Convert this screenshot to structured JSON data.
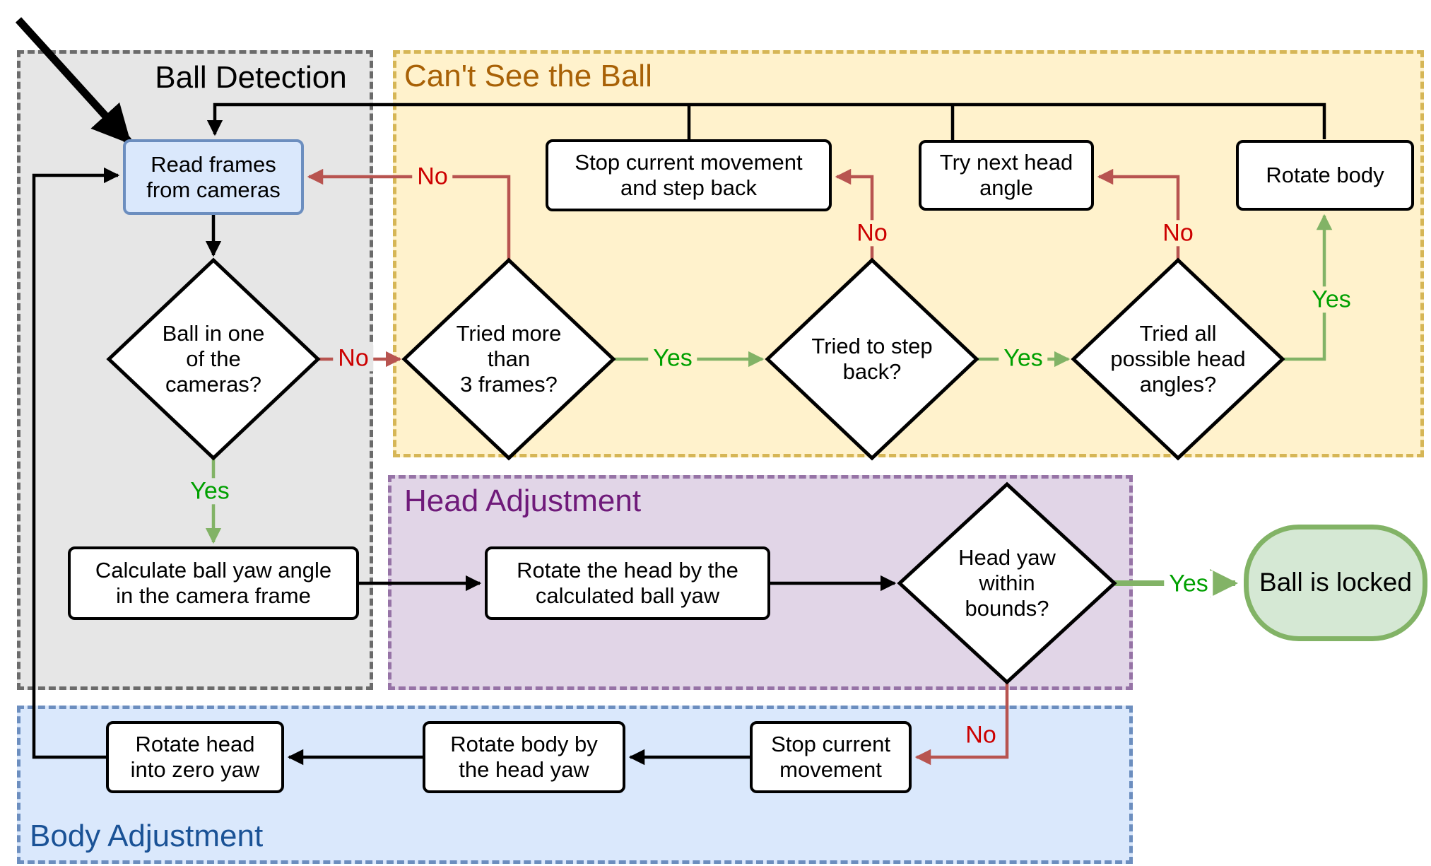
{
  "regions": {
    "ball_detection": {
      "title": "Ball Detection"
    },
    "cant_see_ball": {
      "title": "Can't See the Ball"
    },
    "head_adjustment": {
      "title": "Head Adjustment"
    },
    "body_adjustment": {
      "title": "Body Adjustment"
    }
  },
  "nodes": {
    "read_frames": {
      "label": "Read frames\nfrom cameras"
    },
    "ball_in_cameras": {
      "label": "Ball in one\nof the\ncameras?"
    },
    "calc_ball_yaw": {
      "label": "Calculate ball yaw angle\nin the camera frame"
    },
    "tried_more_frames": {
      "label": "Tried more\nthan\n3 frames?"
    },
    "stop_and_step_back": {
      "label": "Stop current movement\nand step back"
    },
    "tried_step_back": {
      "label": "Tried to step\nback?"
    },
    "try_next_head_angle": {
      "label": "Try next head\nangle"
    },
    "tried_all_angles": {
      "label": "Tried all\npossible head\nangles?"
    },
    "rotate_body": {
      "label": "Rotate body"
    },
    "rotate_head_by_yaw": {
      "label": "Rotate the head by the\ncalculated ball yaw"
    },
    "head_yaw_in_bounds": {
      "label": "Head yaw\nwithin\nbounds?"
    },
    "ball_locked": {
      "label": "Ball is locked"
    },
    "stop_current_movement": {
      "label": "Stop current\nmovement"
    },
    "rotate_body_by_head_yaw": {
      "label": "Rotate body by\nthe head yaw"
    },
    "rotate_head_zero_yaw": {
      "label": "Rotate head\ninto zero yaw"
    }
  },
  "edge_labels": {
    "ball_in_cameras_no": "No",
    "ball_in_cameras_yes": "Yes",
    "tried_more_frames_no": "No",
    "tried_more_frames_yes": "Yes",
    "tried_step_back_no": "No",
    "tried_step_back_yes": "Yes",
    "tried_all_angles_no": "No",
    "tried_all_angles_yes": "Yes",
    "head_yaw_yes": "Yes",
    "head_yaw_no": "No"
  },
  "edges": [
    {
      "from": "start",
      "to": "read_frames",
      "label": ""
    },
    {
      "from": "read_frames",
      "to": "ball_in_cameras",
      "label": ""
    },
    {
      "from": "ball_in_cameras",
      "to": "tried_more_frames",
      "label": "No"
    },
    {
      "from": "ball_in_cameras",
      "to": "calc_ball_yaw",
      "label": "Yes"
    },
    {
      "from": "tried_more_frames",
      "to": "read_frames",
      "label": "No"
    },
    {
      "from": "tried_more_frames",
      "to": "tried_step_back",
      "label": "Yes"
    },
    {
      "from": "tried_step_back",
      "to": "stop_and_step_back",
      "label": "No"
    },
    {
      "from": "tried_step_back",
      "to": "tried_all_angles",
      "label": "Yes"
    },
    {
      "from": "tried_all_angles",
      "to": "try_next_head_angle",
      "label": "No"
    },
    {
      "from": "tried_all_angles",
      "to": "rotate_body",
      "label": "Yes"
    },
    {
      "from": "stop_and_step_back",
      "to": "read_frames",
      "label": ""
    },
    {
      "from": "try_next_head_angle",
      "to": "read_frames",
      "label": ""
    },
    {
      "from": "rotate_body",
      "to": "read_frames",
      "label": ""
    },
    {
      "from": "calc_ball_yaw",
      "to": "rotate_head_by_yaw",
      "label": ""
    },
    {
      "from": "rotate_head_by_yaw",
      "to": "head_yaw_in_bounds",
      "label": ""
    },
    {
      "from": "head_yaw_in_bounds",
      "to": "ball_locked",
      "label": "Yes"
    },
    {
      "from": "head_yaw_in_bounds",
      "to": "stop_current_movement",
      "label": "No"
    },
    {
      "from": "stop_current_movement",
      "to": "rotate_body_by_head_yaw",
      "label": ""
    },
    {
      "from": "rotate_body_by_head_yaw",
      "to": "rotate_head_zero_yaw",
      "label": ""
    },
    {
      "from": "rotate_head_zero_yaw",
      "to": "read_frames",
      "label": ""
    }
  ],
  "colors": {
    "region_gray_fill": "#e6e6e6",
    "region_gray_border": "#6b6b6b",
    "region_yellow_fill": "#fff2cc",
    "region_yellow_border": "#d6b656",
    "region_purple_fill": "#e1d5e7",
    "region_purple_border": "#9673a6",
    "region_blue_fill": "#dae8fc",
    "region_blue_border": "#6c8ebf",
    "highlight_node_fill": "#dae8fc",
    "highlight_node_border": "#6c8ebf",
    "terminal_fill": "#d5e8d4",
    "terminal_border": "#82b366",
    "edge_black": "#000000",
    "edge_red": "#b85450",
    "edge_green": "#82b366",
    "label_no_text": "#cc0000",
    "label_yes_text": "#00a000",
    "title_ball_detection": "#000000",
    "title_cant_see": "#a86106",
    "title_head_adjustment": "#6f1a7a",
    "title_body_adjustment": "#1a5296"
  }
}
